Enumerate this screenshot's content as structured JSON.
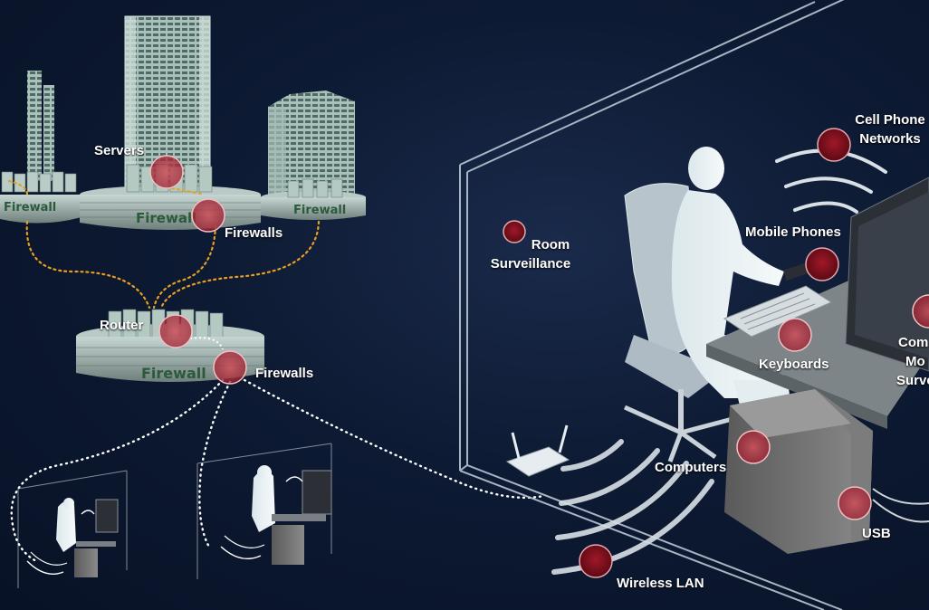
{
  "labels": {
    "servers": "Servers",
    "firewalls_top": "Firewalls",
    "router": "Router",
    "firewalls_mid": "Firewalls",
    "room_surveillance_1": "Room",
    "room_surveillance_2": "Surveillance",
    "cell_phone_1": "Cell Phone",
    "cell_phone_2": "Networks",
    "mobile_phones": "Mobile Phones",
    "keyboards": "Keyboards",
    "computers": "Computers",
    "usb": "USB",
    "wireless_lan": "Wireless LAN",
    "com_1": "Com",
    "com_2": "Mo",
    "com_3": "Surve"
  },
  "firewall_text": {
    "left": "Firewall",
    "center": "Firewall",
    "right": "Firewall",
    "router_ring": "Firewall"
  },
  "colors": {
    "hotspot": "#b8303a",
    "connection": "#e8a020",
    "link": "#ffffff"
  }
}
